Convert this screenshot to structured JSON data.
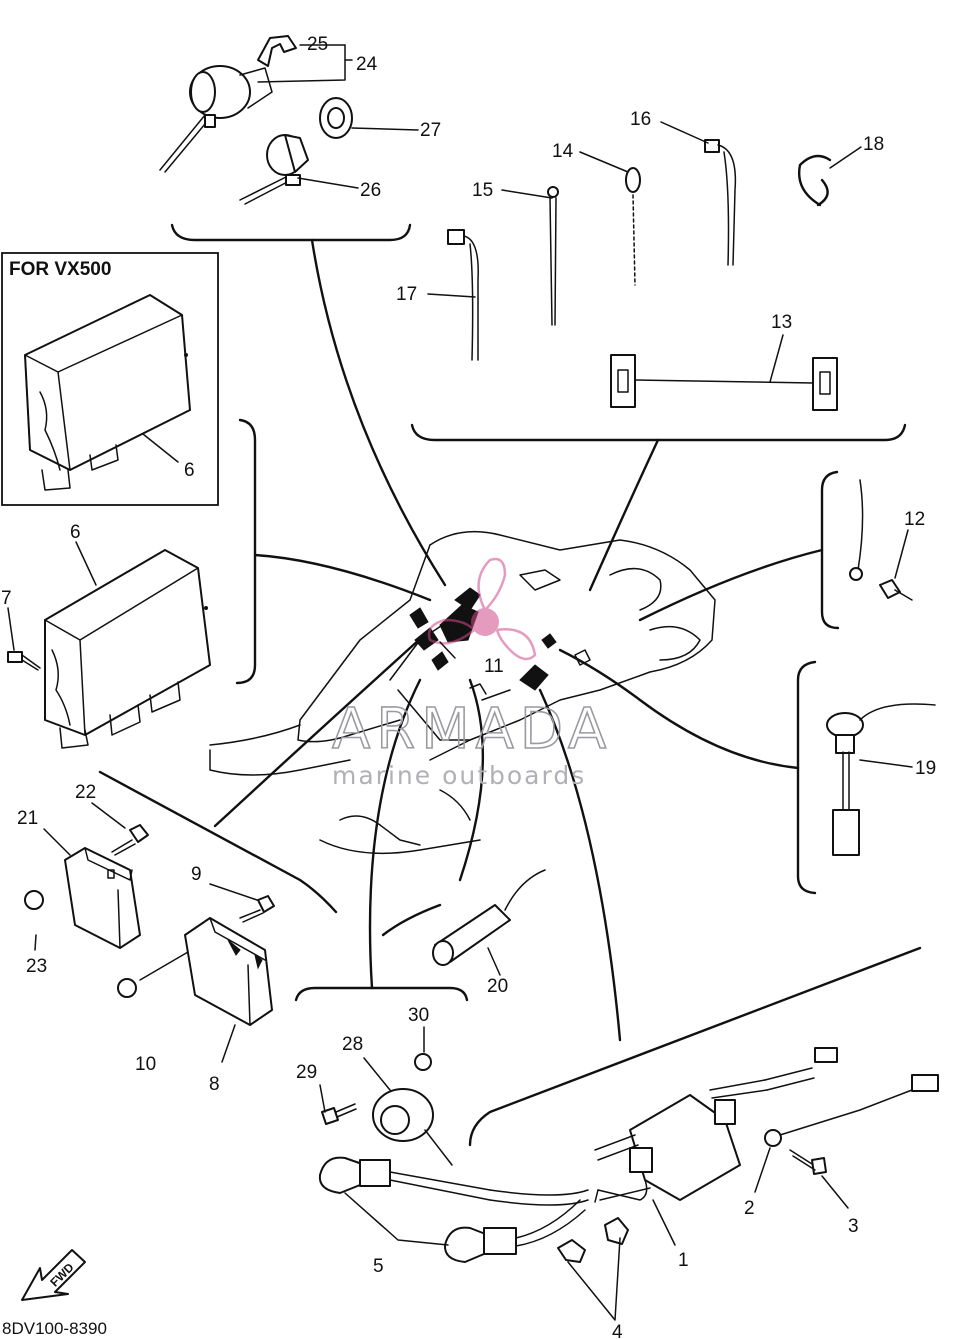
{
  "diagram": {
    "box_title": "FOR VX500",
    "catalog_code": "8DV100-8390",
    "fwd_label": "FWD",
    "watermark": {
      "brand": "ARMADA",
      "tagline": "marine outboards"
    },
    "parts": [
      {
        "label": "1"
      },
      {
        "label": "2"
      },
      {
        "label": "3"
      },
      {
        "label": "4"
      },
      {
        "label": "5"
      },
      {
        "label": "6"
      },
      {
        "label": "6"
      },
      {
        "label": "7"
      },
      {
        "label": "8"
      },
      {
        "label": "9"
      },
      {
        "label": "10"
      },
      {
        "label": "11"
      },
      {
        "label": "12"
      },
      {
        "label": "13"
      },
      {
        "label": "14"
      },
      {
        "label": "15"
      },
      {
        "label": "16"
      },
      {
        "label": "17"
      },
      {
        "label": "18"
      },
      {
        "label": "19"
      },
      {
        "label": "20"
      },
      {
        "label": "21"
      },
      {
        "label": "22"
      },
      {
        "label": "23"
      },
      {
        "label": "24"
      },
      {
        "label": "25"
      },
      {
        "label": "26"
      },
      {
        "label": "27"
      },
      {
        "label": "28"
      },
      {
        "label": "29"
      },
      {
        "label": "30"
      }
    ]
  }
}
